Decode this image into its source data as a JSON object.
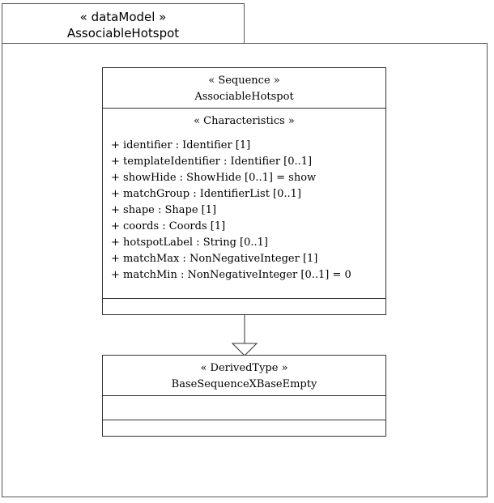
{
  "package": {
    "stereotype": "« dataModel »",
    "name": "AssociableHotspot"
  },
  "sequence_class": {
    "stereotype": "« Sequence »",
    "name": "AssociableHotspot",
    "section_label": "« Characteristics »",
    "attributes": [
      "+ identifier : Identifier [1]",
      "+ templateIdentifier : Identifier [0..1]",
      "+ showHide : ShowHide [0..1] = show",
      "+ matchGroup : IdentifierList [0..1]",
      "+ shape : Shape [1]",
      "+ coords : Coords [1]",
      "+ hotspotLabel : String [0..1]",
      "+ matchMax : NonNegativeInteger [1]",
      "+ matchMin : NonNegativeInteger [0..1] = 0"
    ]
  },
  "derived_class": {
    "stereotype": "« DerivedType »",
    "name": "BaseSequenceXBaseEmpty"
  }
}
